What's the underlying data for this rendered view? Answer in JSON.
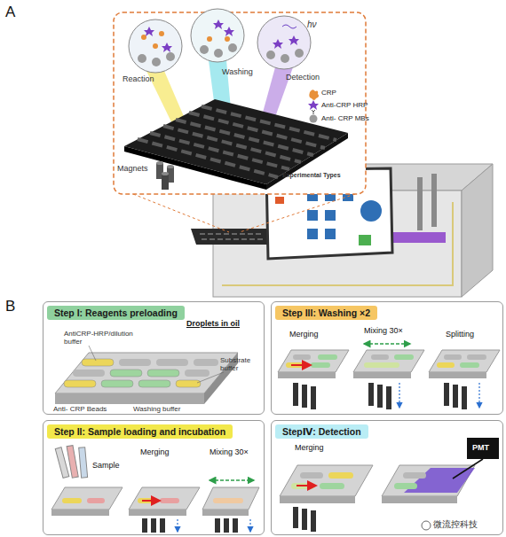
{
  "diagram": {
    "nodes": [
      {
        "text": [
          "Step I: Reagents preloading"
        ]
      },
      {
        "text": [
          "Step III: Washing ×2"
        ]
      },
      {
        "text": [
          "Step II: Sample loading and incubation"
        ]
      },
      {
        "text": [
          "StepⅣ: Detection"
        ]
      }
    ],
    "labels": [
      "A",
      "Reaction",
      "Washing",
      "Detection",
      "hν",
      "Magnets",
      "Experimental Types",
      "B",
      "Droplets in oil",
      "AntiCRP-HRP/dilution buffer",
      "Substrate buffer",
      "Anti- CRP Beads",
      "Washing buffer",
      "Merging",
      "Mixing 30×",
      "Splitting",
      "Sample",
      "Merging",
      "Mixing 30×",
      "Merging",
      "PMT",
      "微流控科技"
    ],
    "legend": [
      {
        "text": "CRP"
      },
      {
        "text": "Anti-CRP HRP"
      },
      {
        "text": "Anti- CRP MBs"
      }
    ]
  }
}
